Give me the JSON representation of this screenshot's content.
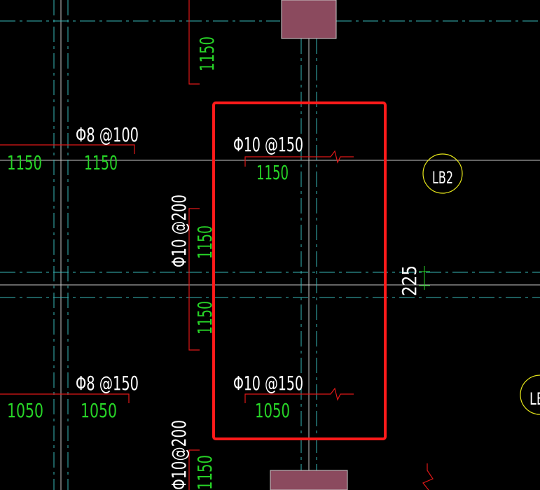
{
  "colors": {
    "background": "#000000",
    "axis_line": "#c8c8c8",
    "hidden_line": "#37b7b7",
    "dimension_text": "#27d427",
    "rebar_text": "#ffffff",
    "rebar_line": "#e01818",
    "highlight_box": "#ff1a1a",
    "column_fill": "#8b4a5e",
    "slab_tag": "#e6e61a"
  },
  "annotations": {
    "rebar_top_left": "Φ8 @100",
    "rebar_top_center": "Φ10 @150",
    "rebar_vertical_upper": "Φ10 @200",
    "rebar_bottom_left": "Φ8 @150",
    "rebar_bottom_center": "Φ10 @150",
    "rebar_vertical_lower": "Φ10@200"
  },
  "dimensions": {
    "top_vertical": "1150",
    "row1_left": "1150",
    "row1_mid": "1150",
    "row1_center": "1150",
    "vert_upper": "1150",
    "vert_lower": "1150",
    "beam_width": "225",
    "row2_left": "1050",
    "row2_mid": "1050",
    "row2_center": "1050",
    "bottom_vertical": "1150"
  },
  "slab_tags": {
    "tag1": "LB2",
    "tag2": "LB"
  }
}
